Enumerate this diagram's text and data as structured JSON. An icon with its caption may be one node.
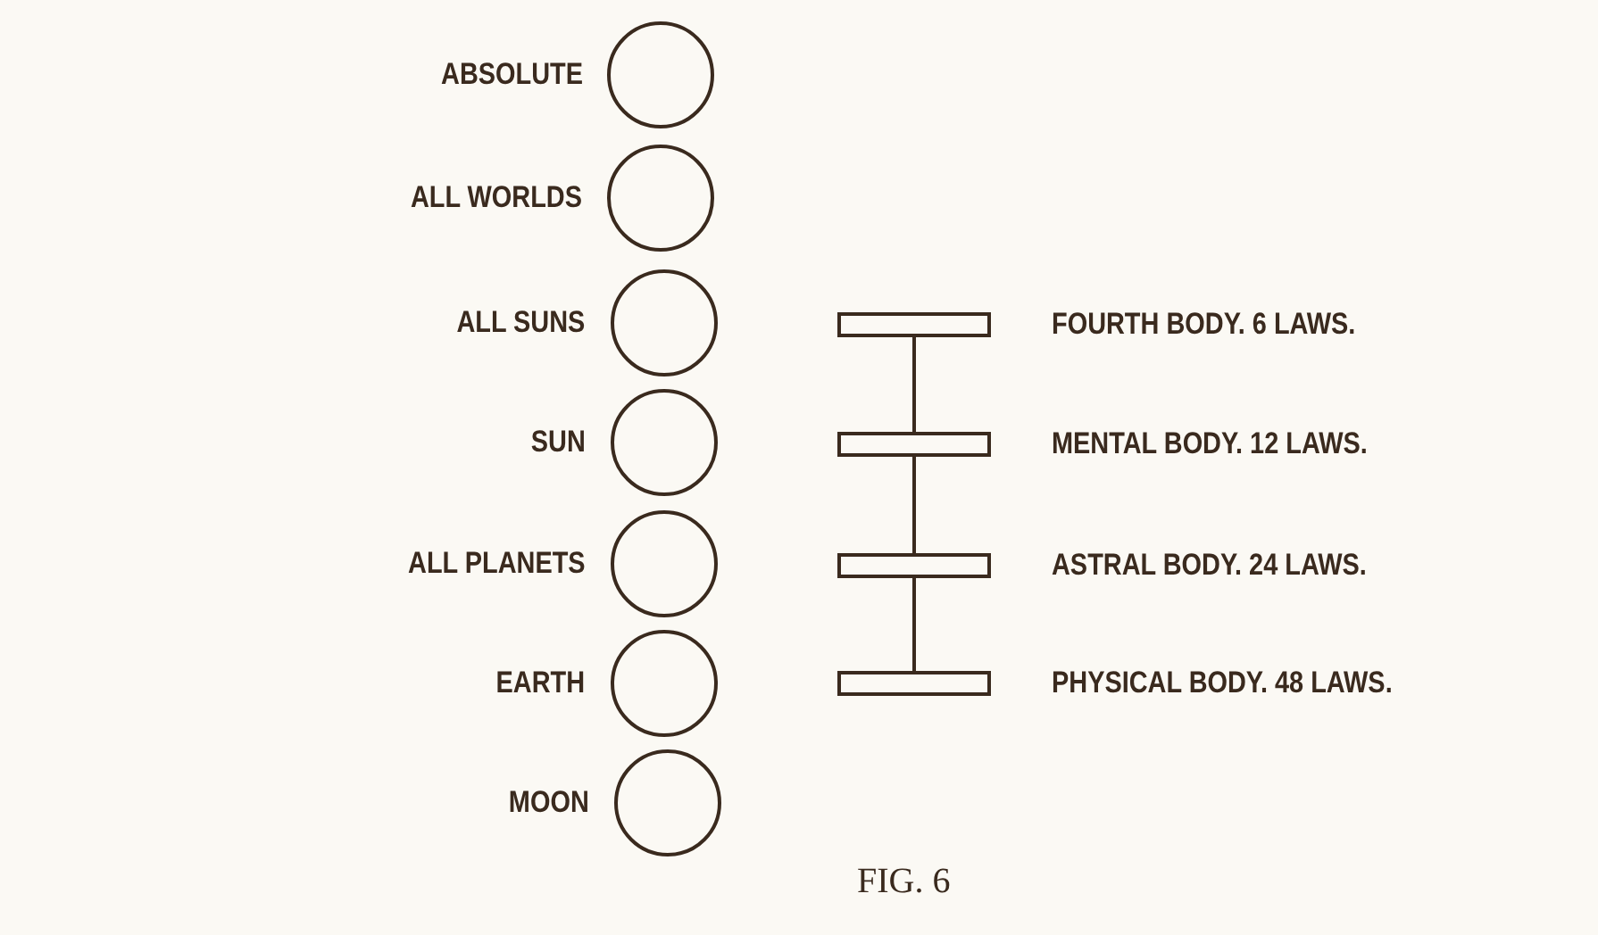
{
  "diagram": {
    "caption": "FIG. 6",
    "nodes": [
      {
        "text": [
          "ABSOLUTE"
        ]
      },
      {
        "text": [
          "ALL WORLDS"
        ]
      },
      {
        "text": [
          "ALL SUNS"
        ]
      },
      {
        "text": [
          "SUN"
        ]
      },
      {
        "text": [
          "ALL PLANETS"
        ]
      },
      {
        "text": [
          "EARTH"
        ]
      },
      {
        "text": [
          "MOON"
        ]
      },
      {
        "text": [
          "FOURTH BODY. 6 LAWS."
        ]
      },
      {
        "text": [
          "MENTAL BODY. 12 LAWS."
        ]
      },
      {
        "text": [
          "ASTRAL BODY. 24 LAWS."
        ]
      },
      {
        "text": [
          "PHYSICAL BODY. 48 LAWS."
        ]
      }
    ],
    "edges": [
      {
        "from": 7,
        "to": 8,
        "arrow": "none"
      },
      {
        "from": 8,
        "to": 9,
        "arrow": "none"
      },
      {
        "from": 9,
        "to": 10,
        "arrow": "none"
      }
    ]
  }
}
